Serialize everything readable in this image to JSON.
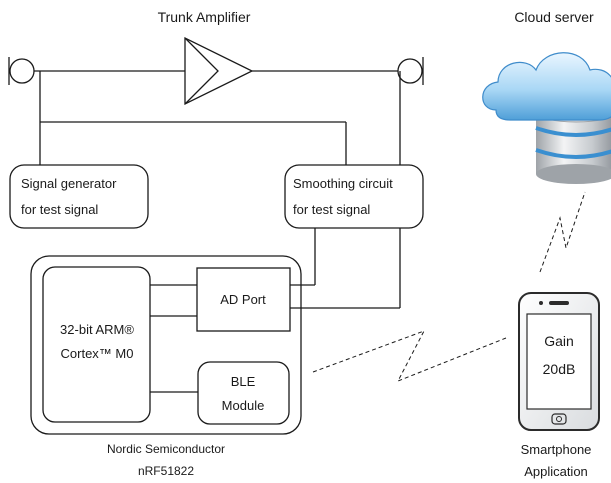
{
  "trunk_amplifier": {
    "label": "Trunk Amplifier"
  },
  "cloud_server": {
    "label": "Cloud server"
  },
  "signal_generator": {
    "line1": "Signal generator",
    "line2": "for test signal"
  },
  "smoothing_circuit": {
    "line1": "Smoothing circuit",
    "line2": "for test signal"
  },
  "mcu": {
    "line1": "32-bit ARM®",
    "line2": "Cortex™ M0"
  },
  "ad_port": {
    "label": "AD Port"
  },
  "ble_module": {
    "line1": "BLE",
    "line2": "Module"
  },
  "chip": {
    "line1": "Nordic Semiconductor",
    "line2": "nRF51822"
  },
  "phone_screen": {
    "line1": "Gain",
    "line2": "20dB"
  },
  "smartphone": {
    "line1": "Smartphone",
    "line2": "Application"
  }
}
